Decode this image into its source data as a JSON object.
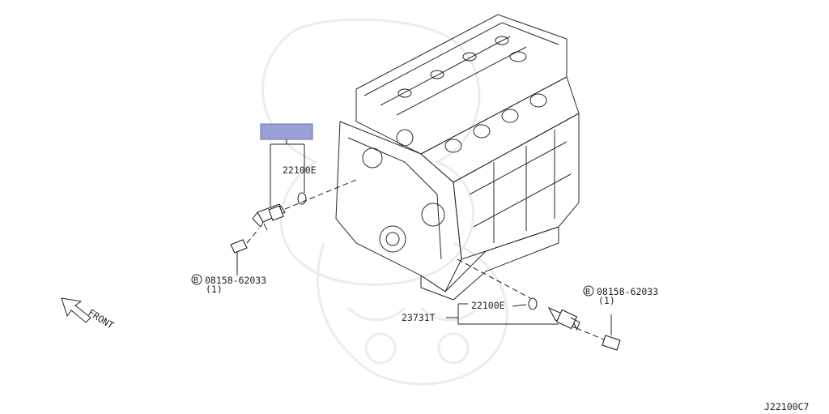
{
  "diagram": {
    "code": "J22100C7",
    "front_label": "FRONT",
    "highlight_color": "#9aa0d6",
    "left_group": {
      "part_label": "22100E",
      "bolt_symbol": "B",
      "bolt_number": "08158-62033",
      "bolt_qty": "(1)"
    },
    "right_group": {
      "assembly_label": "23731T",
      "part_label": "22100E",
      "bolt_symbol": "B",
      "bolt_number": "08158-62033",
      "bolt_qty": "(1)"
    }
  }
}
